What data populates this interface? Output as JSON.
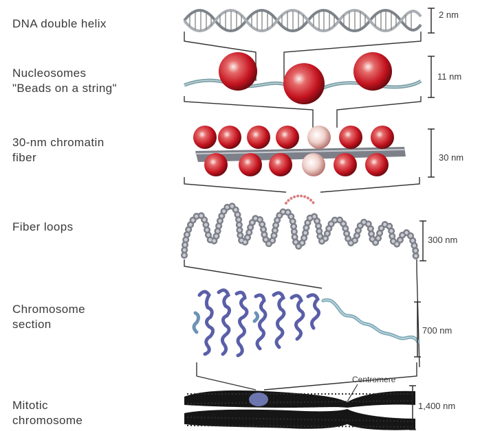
{
  "levels": [
    {
      "id": "dna",
      "label_lines": [
        "DNA double helix"
      ],
      "size": "2 nm"
    },
    {
      "id": "nucleosomes",
      "label_lines": [
        "Nucleosomes",
        "\"Beads on a string\""
      ],
      "size": "11 nm"
    },
    {
      "id": "chromatin-fiber",
      "label_lines": [
        "30-nm chromatin",
        "fiber"
      ],
      "size": "30 nm"
    },
    {
      "id": "fiber-loops",
      "label_lines": [
        "Fiber loops"
      ],
      "size": "300 nm"
    },
    {
      "id": "chromosome-section",
      "label_lines": [
        "Chromosome",
        "section"
      ],
      "size": "700 nm"
    },
    {
      "id": "mitotic-chromosome",
      "label_lines": [
        "Mitotic",
        "chromosome"
      ],
      "size": "1,400 nm"
    }
  ],
  "centromere_label": "Centromere",
  "colors": {
    "text": "#3a3a3a",
    "dna_strand": "#8a8f94",
    "bead_red": "#c4131f",
    "bead_highlight": "#f4e1de",
    "loop_bead": "#9a9ea6",
    "section_blue": "#5a5fa8",
    "section_teal": "#7fa9b8",
    "chromosome": "#141414",
    "centromere_blue": "#7b86c8"
  }
}
